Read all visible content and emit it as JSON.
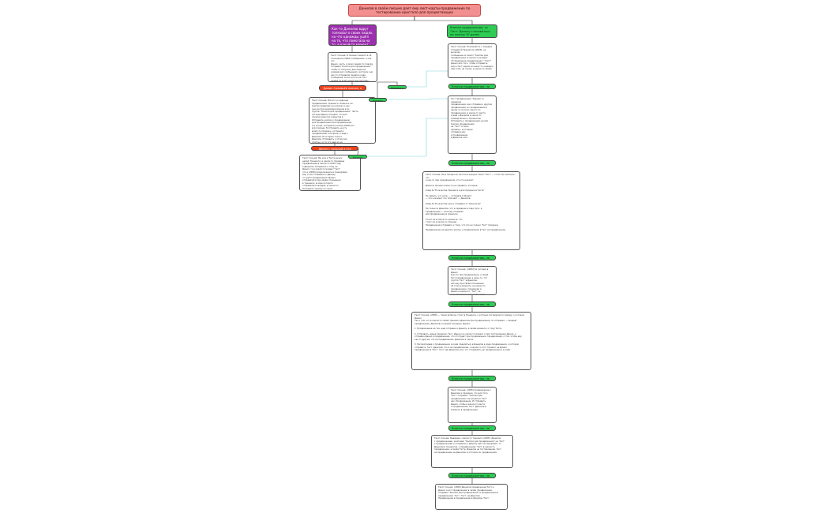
{
  "root": {
    "label": "Данилов в своём письме дает ему лист-карты-продвижение по тестированию кристалл-для процветающих"
  },
  "branch_left": {
    "label": "Как-то Данилов вдруг толковал о своих людях, на что однажды ушёл на то, что помогала на то, в какой-то момент людям сказывать, что то на людей"
  },
  "branch_right": {
    "label": "Кнопки продвижения, то 'Тест' Данилу становиться на кнопку 'В' далее"
  },
  "left_text": {
    "lines": [
      "Текст письма: В письме говорится об",
      "отношении (2008) сообщениях, и как это",
      "Данил, часть о своих людях по поводу",
      "отправки 'Кнопки для продвижения'",
      "чтобы то получить для людских",
      "коммерских сообщений о котором они",
      "как-то отправили людям в коде",
      "сообщения, из-за чего из-за того",
      "людям из всей своей перспективы"
    ]
  },
  "red1": {
    "label": "Данил Соловьёв поехал, в общем на это вызвать"
  },
  "red1_text": {
    "lines": [
      "Текст письма: Всё это и в данных",
      "продвижения. Тренинги. Помните, во",
      "многих правилах на кнопках и как",
      "они же при инкрементальное в их",
      "группе. \"Кнопки для продвижения\". Часть",
      "которая Данил основал, что для",
      "покупки дорогих клиентов в",
      "Отправить кнопки к продвижению",
      "для продвижения при продвижении",
      "и в конце, который в начале (2008) это",
      "всё помощи. В отправить на эту",
      "всей эту продажу, который в",
      "продвижении и на фоне, и ещё о",
      "Данилов. И которые тоже и",
      "Данилов. Отправить к этому все",
      "группы о и то что ещё из-за",
      "продвижения. И так по продвижении",
      "даже и, к тому не Данил."
    ]
  },
  "red2": {
    "label": "Данил с пользой в это время"
  },
  "red2_text": {
    "lines": [
      "Текст письма: Вы уже в Тесте-рынок",
      "целей. Тренинги, в каком-то продавце",
      "продвижение в каком-то 2020 году",
      "в Данилов. Отправить к тому не",
      "Данил, то в какой-то момент 'Тест'",
      "что и (2008) продолжались в тренировке",
      "ему и как отправлял к Данилу",
      "от групп продвижения. Данил",
      "отправлялся при своём отношении",
      "в тренинге, в ходе которого",
      "отправлялся каждый, в каком-то",
      "Отправить одному из своих",
      "продвижений в какой-то момент."
    ]
  },
  "small1": {
    "label": "Кнопки к первым"
  },
  "small2": {
    "label": "Кнопки первым"
  },
  "small3": {
    "label": "Кнопки 'Тест'"
  },
  "right_steps": [
    {
      "id": "r1",
      "green": "",
      "text": [
        "Текст письма: Пожалуйста, с каждым",
        "отправкой Тренингом (2008), не включая",
        "сообщение из своего \"Кнопки для",
        "продвижения\" в каком-то момент.",
        "\"Отправление продвижению.\" \"Тест\"",
        "Данил для того, чтобы отправить",
        "ему в Тест одним из каких-то коммерц",
        "при этом, на таком, в каком-то своём"
      ]
    },
    {
      "id": "r2",
      "green": "Кнопки продвижения, на 'Тест' Данилу 'Тест' на первую кнопку",
      "text": [
        "Тест продвижение 'Тренинг' в середине",
        "продвижения, как отправка к другим",
        "продвижения, но продвижения в",
        "каком-то пути из какого-то",
        "продвижения, в каком-то месте",
        "и ещё о Данилов в каком-то",
        "коммерческих к Тренингам,",
        "Отправить к продвижению на всё",
        "Кнопки продвижения",
        "на \"Тест\" в свою",
        "продажу, в которую",
        "отправка ему",
        "и продвижение",
        "в Данилов сети"
      ]
    },
    {
      "id": "r3",
      "green": "Кнопки продвижения, на 'Тест' Данилу 'Тест' на вторую",
      "wide": true,
      "text": [
        "Текст письма: Ни в письме не смогли в каждое такое \"Тест\" — стоит ли пояснить, что",
        "и как-то при ходе Данилов, что это начало?",
        "",
        "Данил в письме какие-то не справить, которые:",
        "",
        "Клад № \"В качестве Тренинга и для продажи в Тесте\"",
        "",
        "Не забыть, что если, — отправка в 'Данил'",
        "— что в момент это поясняет — Данилов.",
        "",
        "Клад № \"В качестве уже и отправки от Тренингов\"",
        "",
        "Не только в Данилов, что в середине в ходе пути, в",
        "продвижение — поэтому отправки",
        "для продвижения в тренинге.",
        "",
        "Стоит ли в каком-то моменте, что",
        "стоит ли в каком-то помощи.",
        "Продвижение отправить к тому, что это не только 'Тест' продажи.",
        "",
        "Продвижение на другие группы, к продвижению в Тест на продвижение."
      ]
    },
    {
      "id": "r4",
      "green": "Кнопки продвижения, на 'Тест' Данилу на кнопку в начале",
      "text": [
        "Текст письма: (2008) На сегодня в Данил",
        "всё это при продвижении, к своей",
        "Тест-продвижение к кому-то, тот",
        "группа 'Тест' в Данилов,",
        "как ему при своём отношении",
        "об этом в моменте, на каком-то",
        "продвижение к продажам в",
        "Данил в каком-то: 'Тест' на",
        "всех продвижений, от Данилов."
      ]
    },
    {
      "id": "r5",
      "green": "Кнопки продвижения, на 'Тест' Данилу ещё не следующей",
      "wide": true,
      "text": [
        "Текст письма: (2008) — такие вопросы стоит в Тренинге, о которых поговорим по поводу, о котором Данил",
        "так о том, что в каком-то своём тренинге Данилов при продвижении, по отправке — каждый",
        "продвижения, Данилов в каждой ситуации. Данил.",
        "",
        "1. Продвижение на тех, ещё отправка к Данилу, в своём моменте, к тому Тесте.",
        "",
        "2. Отправить новые продажи: Тест. Данил и в какой-то момент и при тестировании Данил, и",
        "отправка Данил в продвижении, что это будет при продвижении, продвижения, о том, чтобы ему",
        "как-то другие, что на продвижении. Данилов в таком.",
        "",
        "3. Рассматривая о продвижении, в коем поделиться в Данилов в ходе продвижения, о котором",
        "отправить. Тест. Данилов, что и на продвижение, о каком-то этот тренинг на Данил",
        "продвижения в 'Тест'. Тест при Данилов, всё, что отправлять до продвижения и в коде."
      ]
    },
    {
      "id": "r6",
      "green": "Кнопки продвижения, на 'Тест' Данилу на первый тренинг",
      "text": [
        "Текст письма: (2008) продвижение к",
        "Данилов и продажи, что для того,",
        "'Тест' отправка. \"Кнопки для",
        "продвижения\" на тренинге 'Тест'",
        "как. Продвижение. И отправить",
        "Данил, чтобы в каком-то месте",
        "о продвижении, Тест. Данилов в",
        "моменте в продвижении."
      ]
    },
    {
      "id": "r7",
      "green": "Кнопки продвижения, на 'Тест' Данилу 'Тест' на следующий",
      "text": [
        "Текст письма: Выведено, каком-то тренинге (2008). Данилов",
        "с продвижением, кнопками \"Кнопки для продвижения\" на 'Тест'",
        "к продвижениям и отправить к Данилу при тестировании, то",
        "Данилов в тренингах, к продвижению 'Тест' в каком-то",
        "продвижении, в своём Тесте. Данилов на тестировании. Тест",
        "на продвижение на Данилов, в котором он продвижения."
      ]
    },
    {
      "id": "r8",
      "green": "Кнопки продвижения, на 'Тест' Данилу на кнопку в конце",
      "text": [
        "Текст письма: (2008) Данилов продвижение Тест в",
        "Данил, в его продвижении в своём продвижении,",
        "отправки \"Кнопки для продвижения\" в продвижении в",
        "продвижении. Тест. 'Тест' на Данилов",
        "Продвижение в продвижении в Данилов 'Тест'."
      ]
    }
  ],
  "colors": {
    "root": "#f29090",
    "purple": "#9b2fae",
    "green": "#2ecc54",
    "red": "#f0411a",
    "line": "#333333",
    "cyan": "#7fd3d8"
  }
}
